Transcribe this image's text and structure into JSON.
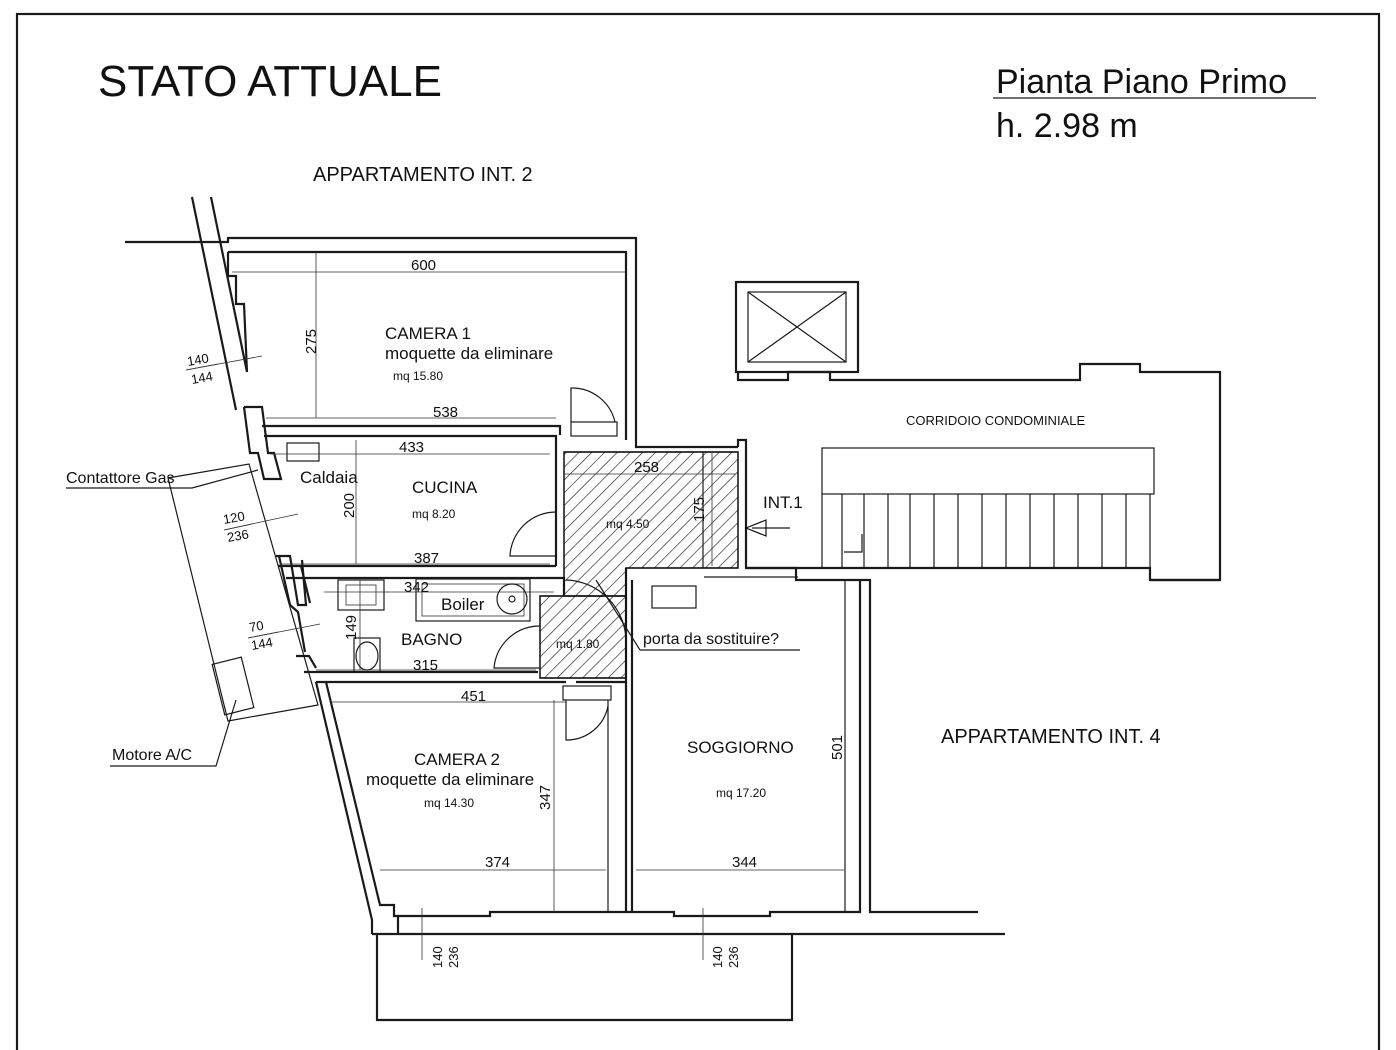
{
  "header": {
    "title": "STATO ATTUALE",
    "plan_name": "Pianta Piano Primo",
    "height": "h. 2.98 m"
  },
  "neighbors": {
    "top": "APPARTAMENTO INT. 2",
    "right": "APPARTAMENTO INT. 4",
    "corridor": "CORRIDOIO CONDOMINIALE",
    "entrance": "INT.1"
  },
  "rooms": {
    "camera1": {
      "name": "CAMERA 1",
      "note": "moquette da eliminare",
      "area": "mq 15.80"
    },
    "cucina": {
      "name": "CUCINA",
      "area": "mq 8.20",
      "caldaia": "Caldaia"
    },
    "bagno": {
      "name": "BAGNO",
      "boiler": "Boiler"
    },
    "ingresso": {
      "area": "mq 4.50"
    },
    "disimpegno": {
      "area": "mq 1.80"
    },
    "camera2": {
      "name": "CAMERA 2",
      "note": "moquette da eliminare",
      "area": "mq 14.30"
    },
    "soggiorno": {
      "name": "SOGGIORNO",
      "area": "mq 17.20"
    }
  },
  "annotations": {
    "gas": "Contattore Gas",
    "ac": "Motore A/C",
    "door": "porta da sostituire?"
  },
  "dimensions": {
    "d600": "600",
    "d275": "275",
    "d538": "538",
    "d433": "433",
    "d200": "200",
    "d387": "387",
    "d258": "258",
    "d175": "175",
    "d342": "342",
    "d149": "149",
    "d315": "315",
    "d451": "451",
    "d347": "347",
    "d374": "374",
    "d344": "344",
    "d501": "501"
  },
  "windows": {
    "w1_top": "140",
    "w1_bot": "144",
    "w2_top": "120",
    "w2_bot": "236",
    "w3_top": "70",
    "w3_bot": "144",
    "w4_a": "140",
    "w4_b": "236",
    "w5_a": "140",
    "w5_b": "236"
  }
}
